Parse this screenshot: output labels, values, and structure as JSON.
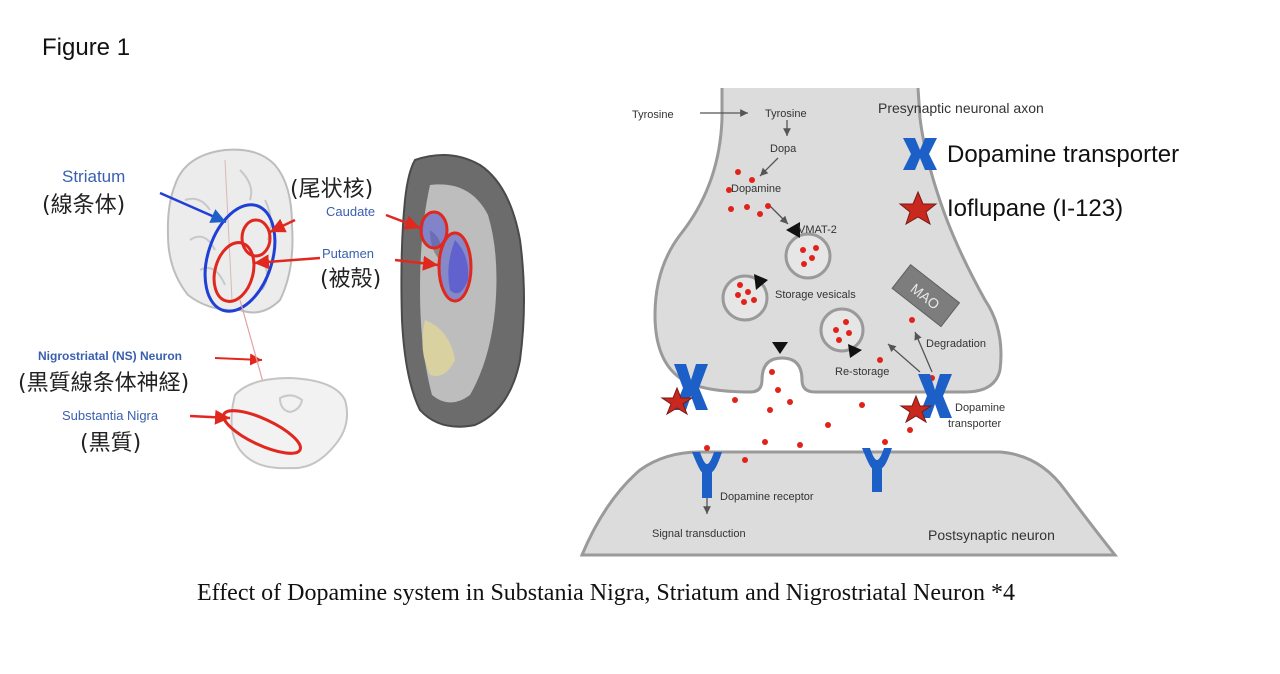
{
  "figure_label": "Figure 1",
  "caption": "Effect of Dopamine system in Substania Nigra, Striatum and Nigrostriatal Neuron *4",
  "left_panel": {
    "striatum": "Striatum",
    "striatum_jp": "(線条体)",
    "caudate_jp": "(尾状核)",
    "caudate": "Caudate",
    "putamen": "Putamen",
    "putamen_jp": "(被殻)",
    "ns_neuron": "Nigrostriatal (NS) Neuron",
    "ns_neuron_jp": "(黒質線条体神経)",
    "substantia_nigra": "Substantia Nigra",
    "substantia_nigra_jp": "(黒質)"
  },
  "right_panel": {
    "tyrosine_outside": "Tyrosine",
    "tyrosine_inside": "Tyrosine",
    "dopa": "Dopa",
    "dopamine": "Dopamine",
    "vmat2": "VMAT-2",
    "storage_vesicals": "Storage vesicals",
    "mao": "MAO",
    "degradation": "Degradation",
    "re_storage": "Re-storage",
    "dopamine_transporter_label_1": "Dopamine",
    "dopamine_transporter_label_2": "transporter",
    "dopamine_receptor": "Dopamine receptor",
    "signal_transduction": "Signal transduction",
    "postsynaptic": "Postsynaptic neuron",
    "presynaptic": "Presynaptic neuronal axon",
    "legend_transporter": "Dopamine transporter",
    "legend_ioflupane": "Ioflupane (I-123)"
  },
  "colors": {
    "blue": "#1f5fc8",
    "red": "#e0281f",
    "neuron_fill": "#dcdcdc",
    "neuron_stroke": "#9a9a9a",
    "text_blue": "#3a5fb0"
  }
}
